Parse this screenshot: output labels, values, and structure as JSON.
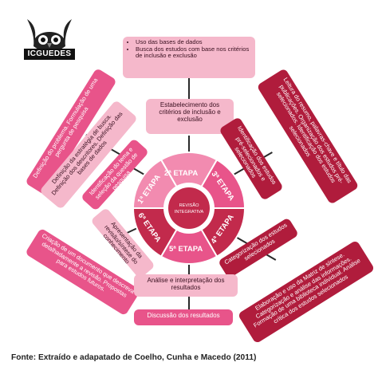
{
  "logo": {
    "text": "ICGUEDES"
  },
  "center": {
    "label": "REVISÃO INTEGRATIVA"
  },
  "stages": [
    "1ª ETAPA",
    "2ª ETAPA",
    "3ª ETAPA",
    "4ª ETAPA",
    "5ª ETAPA",
    "6ª ETAPA"
  ],
  "boxes": {
    "top_list": [
      "Uso das bases de dados",
      "Busca dos estudos com base nos critérios de inclusão e exclusão"
    ],
    "top_mid": "Estabelecimento dos critérios de inclusão e exclusão",
    "left_outer": "Definição do problema. Formulação de uma pergunta de pesquisa",
    "left_mid": "Definição da estratégia de busca. Definição dos descritores. Definição das bases de dados",
    "left_inner": "Identificação do tema e seleção da questão de pesquisa",
    "right_outer": "Leitura do resumo, palavras-chave e título das publicações. Organização dos estudos pré-selecionados. Identificação dos estudos selecionados",
    "right_inner": "Identificação dos estudos pré-selecionados e selecionados",
    "lower_left_outer": "Criação de um documento que descreva detalhadamente a revisão. Propostas para estudos futuros.",
    "lower_left_inner": "Apresentação da revisão/síntese do conhecimento",
    "lower_right_inner": "Categorização dos estudos selecionados",
    "lower_right_outer": "Elaboração e uso da Matriz de síntese. Categorização e análise das informações. Formação de uma biblioteca individual. Análise crítica dos estudos selecionados",
    "bottom_mid": "Análise e interpretação dos resultados",
    "bottom": "Discussão dos resultados"
  },
  "footer": "Fonte: Extraído e adapatado de Coelho, Cunha e Macedo (2011)",
  "colors": {
    "pink": "#f5b8cb",
    "hot": "#e8548a",
    "dark": "#b01c3c",
    "wheel_light": "#f28bb0",
    "wheel_dark": "#c22a4c"
  }
}
